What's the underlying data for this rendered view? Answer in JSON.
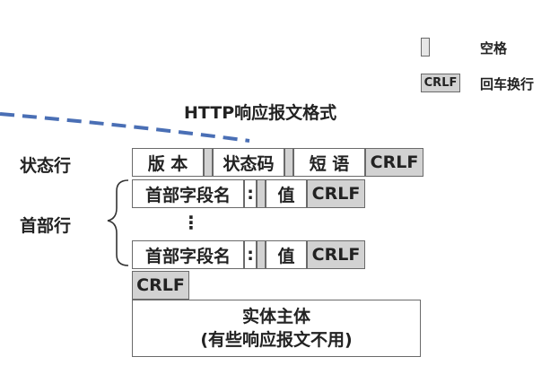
{
  "legend": {
    "space_label": "空格",
    "crlf_box": "CRLF",
    "crlf_label": "回车换行"
  },
  "title": "HTTP响应报文格式",
  "status_line": {
    "label": "状态行",
    "version": "版 本",
    "status_code": "状态码",
    "phrase": "短 语",
    "crlf": "CRLF"
  },
  "headers": {
    "label": "首部行",
    "rows": [
      {
        "field_name": "首部字段名",
        "colon": ":",
        "value": "值",
        "crlf": "CRLF"
      },
      {
        "field_name": "首部字段名",
        "colon": ":",
        "value": "值",
        "crlf": "CRLF"
      }
    ],
    "ellipsis": "⋮"
  },
  "blank_line": {
    "crlf": "CRLF"
  },
  "body": {
    "line1": "实体主体",
    "line2": "(有些响应报文不用)"
  },
  "colors": {
    "dash_line": "#4a6fb5",
    "cell_gray": "#d2d2d2",
    "border": "#6a6a6a"
  }
}
